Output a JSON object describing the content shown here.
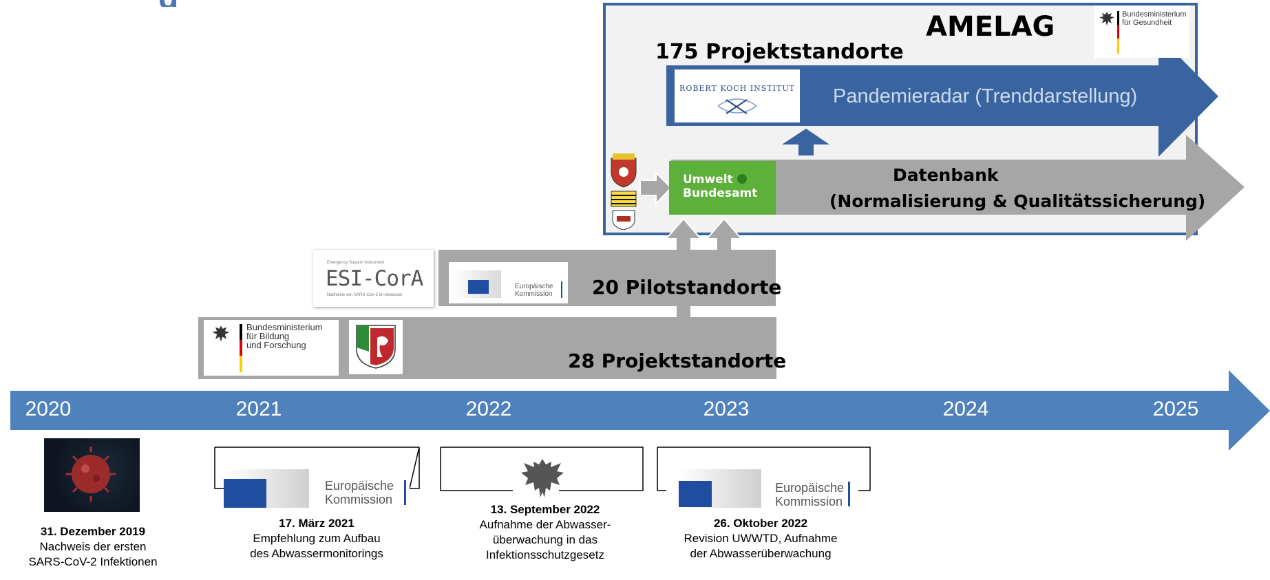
{
  "amelag": {
    "title": "AMELAG",
    "projektstandorte": "175 Projektstandorte",
    "rki_logo": "ROBERT KOCH INSTITUT",
    "pandemieradar": "Pandemieradar (Trenddarstellung)",
    "uba_line1": "Umwelt",
    "uba_line2": "Bundesamt",
    "datenbank_line1": "Datenbank",
    "datenbank_line2": "(Normalisierung & Qualitätssicherung)",
    "bmg_line1": "Bundesministerium",
    "bmg_line2": "für Gesundheit"
  },
  "pilot": {
    "label": "20 Pilotstandorte",
    "esi_small": "Emergency Support Instrument",
    "esi_main": "ESI-CorA",
    "esi_sub": "Nachweis von SARS-CoV-2 im Abwasser"
  },
  "projekt28": {
    "label": "28 Projektstandorte",
    "bmbf_line1": "Bundesministerium",
    "bmbf_line2": "für Bildung",
    "bmbf_line3": "und Forschung"
  },
  "ek": {
    "line1": "Europäische",
    "line2": "Kommission"
  },
  "timeline": {
    "years": [
      "2020",
      "2021",
      "2022",
      "2023",
      "2024",
      "2025"
    ],
    "colors": {
      "arrow": "#4f81bd",
      "gray": "#a6a6a6",
      "dark_blue": "#3a64a0",
      "green": "#5db13a"
    }
  },
  "events": [
    {
      "date": "31. Dezember 2019",
      "line1": "Nachweis der ersten",
      "line2": "SARS-CoV-2 Infektionen",
      "line3": ""
    },
    {
      "date": "17. März 2021",
      "line1": "Empfehlung zum Aufbau",
      "line2": "des Abwassermonitorings",
      "line3": ""
    },
    {
      "date": "13. September 2022",
      "line1": "Aufnahme der Abwasser-",
      "line2": "überwachung in das",
      "line3": "Infektionsschutzgesetz"
    },
    {
      "date": "26. Oktober 2022",
      "line1": "Revision UWWTD, Aufnahme",
      "line2": "der Abwasserüberwachung",
      "line3": ""
    }
  ]
}
